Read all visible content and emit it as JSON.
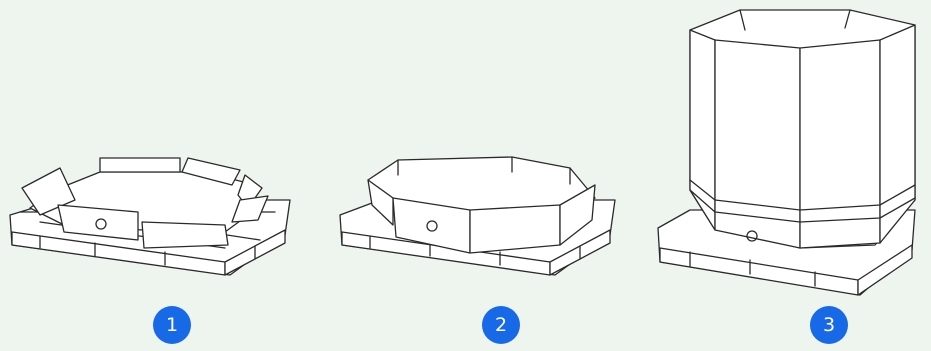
{
  "steps": [
    {
      "number": "1",
      "stage": "box-base-folded-open"
    },
    {
      "number": "2",
      "stage": "box-base-walls-raised"
    },
    {
      "number": "3",
      "stage": "octagonal-box-sleeve-assembled"
    }
  ],
  "colors": {
    "background": "#eef5ef",
    "badge": "#1769e8",
    "badge_text": "#ffffff",
    "line": "#2a2a2a"
  }
}
